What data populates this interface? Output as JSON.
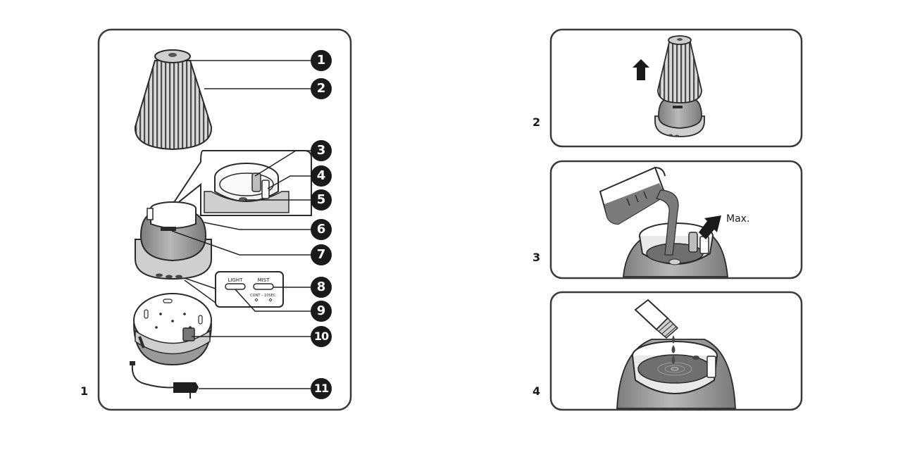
{
  "figures": [
    {
      "label": "1"
    },
    {
      "label": "2"
    },
    {
      "label": "3"
    },
    {
      "label": "4"
    }
  ],
  "callouts": [
    "1",
    "2",
    "3",
    "4",
    "5",
    "6",
    "7",
    "8",
    "9",
    "10",
    "11"
  ],
  "buttons": {
    "light": "LIGHT",
    "mist": "MIST",
    "mist_sub": "CONT – 10SEC."
  },
  "step3": {
    "max_label": "Max."
  },
  "colors": {
    "ink": "#1a1a1a",
    "body_gray": "#9a9a9a",
    "water_gray": "#6f6f6f",
    "light_gray": "#c9c9c9"
  }
}
